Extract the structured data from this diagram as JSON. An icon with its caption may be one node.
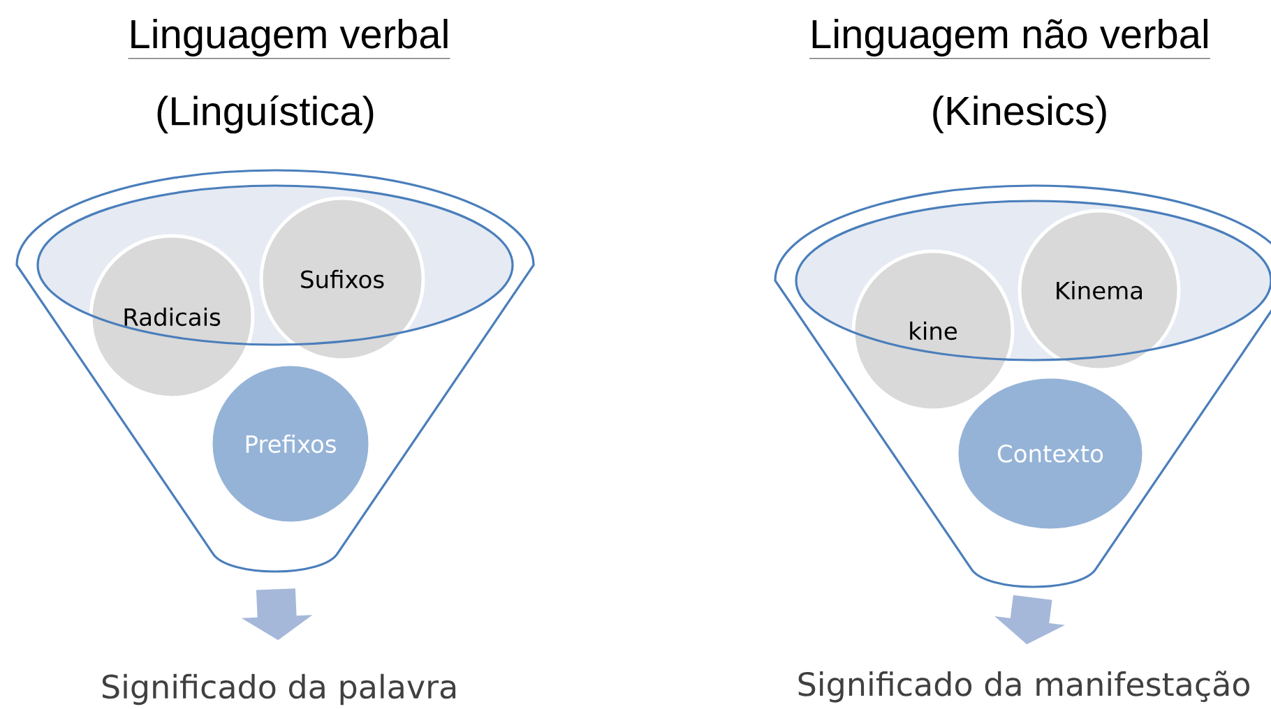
{
  "diagram": {
    "nodes": [
      {
        "text": [],
        "shape": "funnel"
      },
      {
        "text": [
          "Radicais"
        ],
        "in": 0
      },
      {
        "text": [
          "Sufixos"
        ],
        "in": 0
      },
      {
        "text": [
          "Prefixos"
        ],
        "in": 0
      },
      {
        "text": [
          "Significado da palavra"
        ]
      },
      {
        "text": [],
        "shape": "funnel"
      },
      {
        "text": [
          "kine"
        ],
        "in": 5
      },
      {
        "text": [
          "Kinema"
        ],
        "in": 5
      },
      {
        "text": [
          "Contexto"
        ],
        "in": 5
      },
      {
        "text": [
          "Significado da manifestação"
        ]
      }
    ],
    "edges": [
      {
        "from": 0,
        "to": 4,
        "arrow": "to"
      },
      {
        "from": 5,
        "to": 9,
        "arrow": "to"
      }
    ],
    "labels": [
      "Linguagem verbal",
      "Linguagem não verbal",
      "(Linguística)",
      "(Kinesics)"
    ]
  }
}
